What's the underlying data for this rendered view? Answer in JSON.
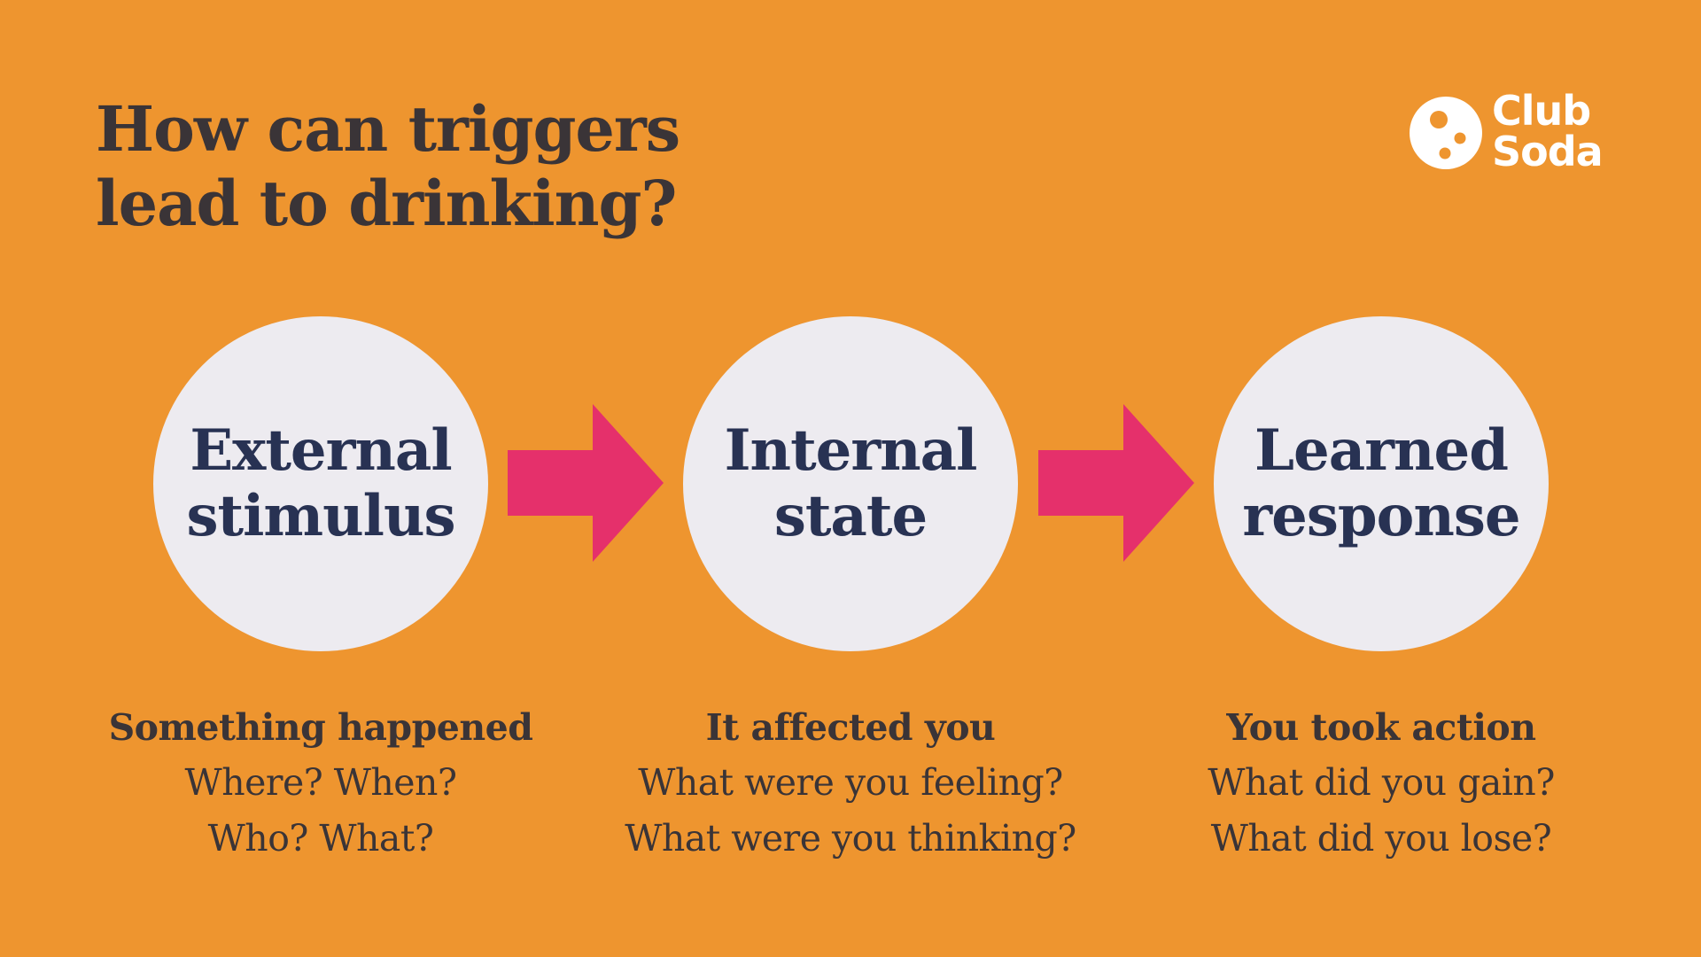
{
  "colors": {
    "background": "#EE952F",
    "title_text": "#3A3437",
    "circle_fill": "#EDEBF0",
    "circle_text": "#283253",
    "arrow": "#E5306B",
    "caption_text": "#3A3437",
    "logo": "#FFFFFF"
  },
  "title": {
    "line1": "How can triggers",
    "line2": "lead to drinking?"
  },
  "logo": {
    "icon": "club-soda-bubbles-icon",
    "line1": "Club",
    "line2": "Soda"
  },
  "stages": [
    {
      "circle_line1": "External",
      "circle_line2": "stimulus",
      "caption_head": "Something happened",
      "caption_line1": "Where? When?",
      "caption_line2": "Who? What?"
    },
    {
      "circle_line1": "Internal",
      "circle_line2": "state",
      "caption_head": "It affected you",
      "caption_line1": "What were you feeling?",
      "caption_line2": "What were you thinking?"
    },
    {
      "circle_line1": "Learned",
      "circle_line2": "response",
      "caption_head": "You took action",
      "caption_line1": "What did you gain?",
      "caption_line2": "What did you lose?"
    }
  ],
  "arrows": [
    {
      "icon": "arrow-right-icon"
    },
    {
      "icon": "arrow-right-icon"
    }
  ]
}
